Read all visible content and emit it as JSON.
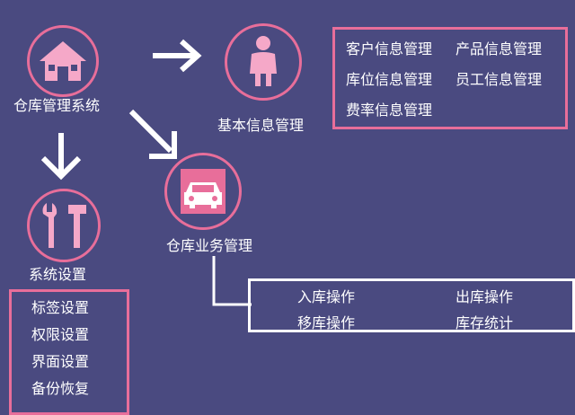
{
  "nodes": {
    "warehouse_system": {
      "label": "仓库管理系统"
    },
    "basic_info": {
      "label": "基本信息管理"
    },
    "warehouse_business": {
      "label": "仓库业务管理"
    },
    "system_settings": {
      "label": "系统设置"
    }
  },
  "basic_info_items": [
    "客户信息管理",
    "产品信息管理",
    "库位信息管理",
    "员工信息管理",
    "费率信息管理"
  ],
  "business_items": [
    "入库操作",
    "出库操作",
    "移库操作",
    "库存统计"
  ],
  "settings_items": [
    "标签设置",
    "权限设置",
    "界面设置",
    "备份恢复"
  ],
  "colors": {
    "background": "#4a4a80",
    "accent": "#e86e9a",
    "white": "#ffffff"
  },
  "icons": {
    "warehouse_system": "house-icon",
    "basic_info": "person-icon",
    "warehouse_business": "car-icon",
    "system_settings": "tools-icon"
  }
}
